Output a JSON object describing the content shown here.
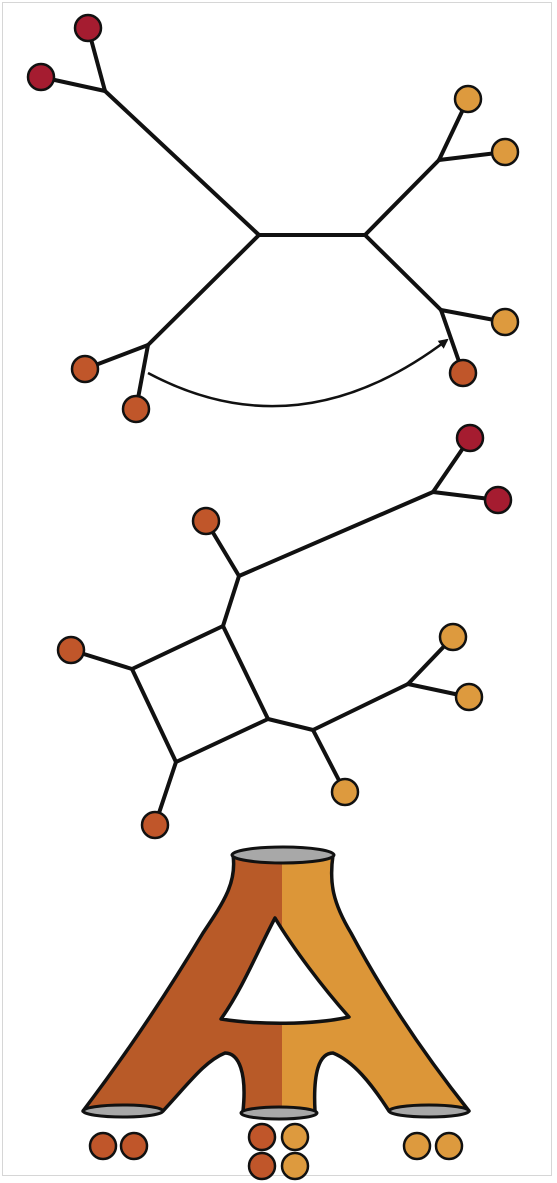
{
  "colors": {
    "crimson": "#a51c30",
    "rust": "#c0562a",
    "amber": "#dd9a3e",
    "line": "#111111",
    "frame_border": "#d6d6d6",
    "tube_dark": "#b85a28",
    "tube_light": "#dc9638",
    "tube_opening": "#a8a8a8"
  },
  "panels": [
    {
      "id": "tree-with-transfer",
      "description_kind": "unrooted tree with curved arrow between branches"
    },
    {
      "id": "network-with-reticulation",
      "description_kind": "phylogenetic network with square cycle"
    },
    {
      "id": "species-tree-tubes",
      "description_kind": "tube-shaped species tree containing gene lineages"
    }
  ]
}
